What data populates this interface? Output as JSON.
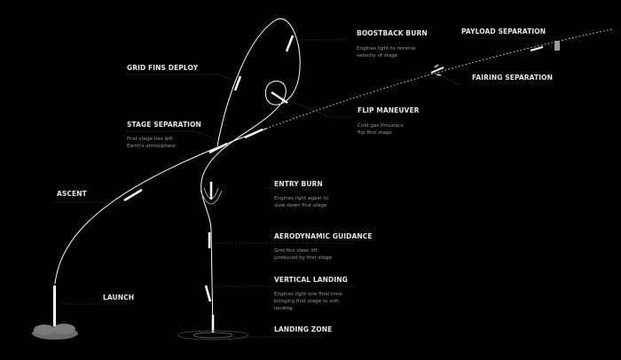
{
  "stages": {
    "launch": {
      "title": "LAUNCH"
    },
    "ascent": {
      "title": "ASCENT"
    },
    "stage_separation": {
      "title": "STAGE SEPARATION",
      "desc1": "First stage has left",
      "desc2": "Earth's atmosphere"
    },
    "grid_fins": {
      "title": "GRID FINS DEPLOY"
    },
    "boostback": {
      "title": "BOOSTBACK BURN",
      "desc1": "Engines light to reverse",
      "desc2": "velocity of stage"
    },
    "flip": {
      "title": "FLIP MANEUVER",
      "desc1": "Cold gas thrusters",
      "desc2": "flip first stage"
    },
    "payload": {
      "title": "PAYLOAD SEPARATION"
    },
    "fairing": {
      "title": "FAIRING SEPARATION"
    },
    "entry": {
      "title": "ENTRY BURN",
      "desc1": "Engines light again to",
      "desc2": "slow down first stage"
    },
    "aero": {
      "title": "AERODYNAMIC GUIDANCE",
      "desc1": "Grid fins steer lift",
      "desc2": "produced by first stage"
    },
    "landing": {
      "title": "VERTICAL LANDING",
      "desc1": "Engines light one final time",
      "desc2": "bringing first stage to soft",
      "desc3": "landing"
    },
    "zone": {
      "title": "LANDING ZONE"
    }
  },
  "colors": {
    "background": "#000000",
    "line": "#ffffff",
    "text": "#e6e6e6",
    "muted": "#9a9a9a"
  }
}
